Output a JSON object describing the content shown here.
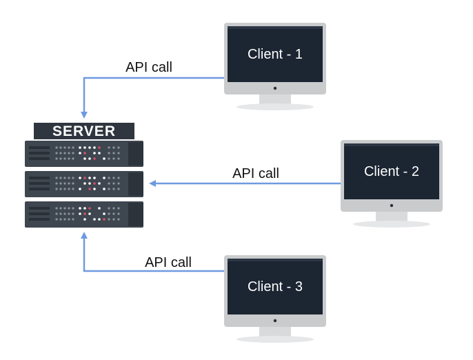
{
  "server": {
    "label": "SERVER"
  },
  "clients": [
    {
      "label": "Client - 1"
    },
    {
      "label": "Client - 2"
    },
    {
      "label": "Client - 3"
    }
  ],
  "arrows": [
    {
      "label": "API call"
    },
    {
      "label": "API call"
    },
    {
      "label": "API call"
    }
  ],
  "colors": {
    "arrow": "#6f9ae0",
    "monitor_bezel": "#c9cbcd",
    "monitor_screen": "#1c2532",
    "monitor_stand": "#d9dadc",
    "server_body": "#3e4650",
    "server_label_bg": "#2f363f",
    "server_label_text": "#ffffff"
  }
}
